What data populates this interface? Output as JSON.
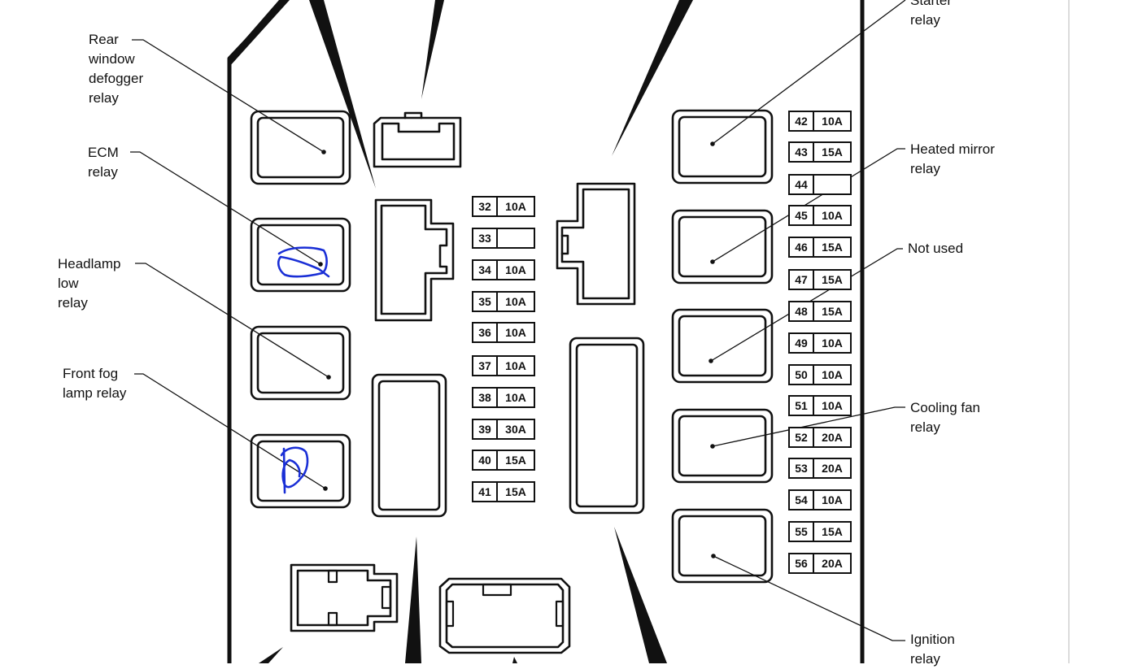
{
  "labels": {
    "rear_window_defogger_relay": [
      "Rear",
      "window",
      "defogger",
      "relay"
    ],
    "ecm_relay": [
      "ECM",
      "relay"
    ],
    "headlamp_low_relay": [
      "Headlamp",
      "low",
      "relay"
    ],
    "front_fog_lamp_relay": [
      "Front fog",
      "lamp relay"
    ],
    "starter_relay": [
      "Starter",
      "relay"
    ],
    "heated_mirror_relay": [
      "Heated mirror",
      "relay"
    ],
    "not_used": [
      "Not used"
    ],
    "cooling_fan_relay": [
      "Cooling fan",
      "relay"
    ],
    "ignition_relay": [
      "Ignition",
      "relay"
    ]
  },
  "fuses_center": [
    {
      "num": "32",
      "amp": "10A"
    },
    {
      "num": "33",
      "amp": ""
    },
    {
      "num": "34",
      "amp": "10A"
    },
    {
      "num": "35",
      "amp": "10A"
    },
    {
      "num": "36",
      "amp": "10A"
    },
    {
      "num": "37",
      "amp": "10A"
    },
    {
      "num": "38",
      "amp": "10A"
    },
    {
      "num": "39",
      "amp": "30A"
    },
    {
      "num": "40",
      "amp": "15A"
    },
    {
      "num": "41",
      "amp": "15A"
    }
  ],
  "fuses_right": [
    {
      "num": "42",
      "amp": "10A"
    },
    {
      "num": "43",
      "amp": "15A"
    },
    {
      "num": "44",
      "amp": ""
    },
    {
      "num": "45",
      "amp": "10A"
    },
    {
      "num": "46",
      "amp": "15A"
    },
    {
      "num": "47",
      "amp": "15A"
    },
    {
      "num": "48",
      "amp": "15A"
    },
    {
      "num": "49",
      "amp": "10A"
    },
    {
      "num": "50",
      "amp": "10A"
    },
    {
      "num": "51",
      "amp": "10A"
    },
    {
      "num": "52",
      "amp": "20A"
    },
    {
      "num": "53",
      "amp": "20A"
    },
    {
      "num": "54",
      "amp": "10A"
    },
    {
      "num": "55",
      "amp": "15A"
    },
    {
      "num": "56",
      "amp": "20A"
    }
  ],
  "colors": {
    "ink": "#111111",
    "annotation": "#1a2fd6",
    "background": "#ffffff"
  }
}
